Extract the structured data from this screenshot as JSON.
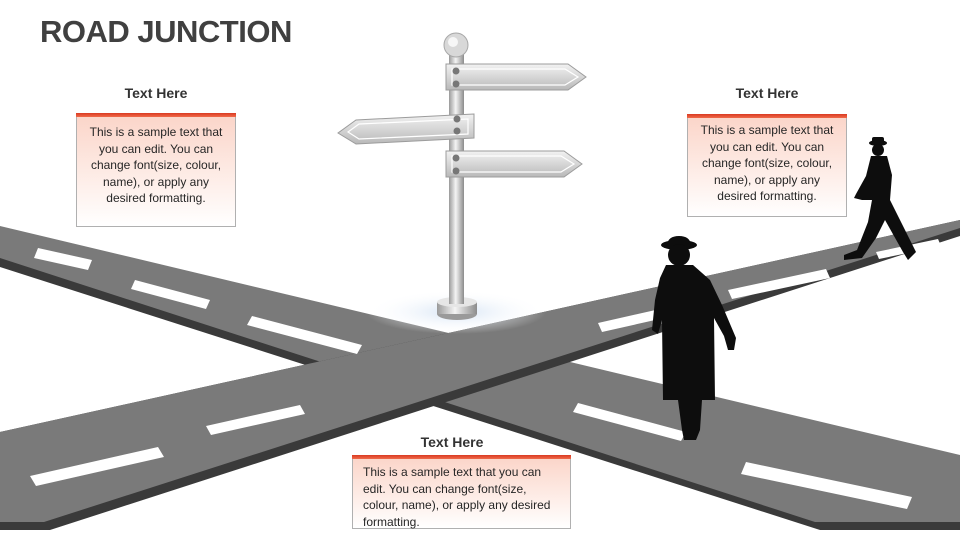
{
  "title": "ROAD JUNCTION",
  "callouts": [
    {
      "heading": "Text Here",
      "body": "This is a sample text that you can edit. You can change font(size, colour, name), or apply any desired formatting."
    },
    {
      "heading": "Text Here",
      "body": "This is a sample text that you can edit. You can change font(size, colour, name), or apply any desired formatting."
    },
    {
      "heading": "Text Here",
      "body": "This is a sample text that you can edit. You can change font(size, colour, name), or apply any desired formatting."
    }
  ],
  "colors": {
    "road": "#7a7a7a",
    "road_edge": "#3a3a3a",
    "lane_mark": "#ffffff",
    "accent": "#e8452c"
  },
  "icons": [
    "signpost-icon",
    "walking-man-icon",
    "man-in-coat-icon"
  ]
}
